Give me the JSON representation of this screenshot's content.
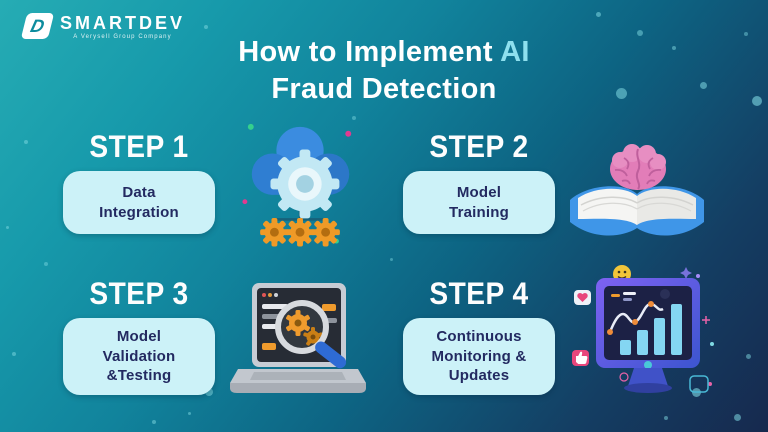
{
  "brand": {
    "name": "SMARTDEV",
    "tagline": "A Verysell Group Company",
    "logo_letter": "D"
  },
  "title": {
    "line1_prefix": "How to Implement ",
    "line1_accent": "AI",
    "line2": "Fraud Detection"
  },
  "steps": [
    {
      "heading": "STEP 1",
      "label": "Data\nIntegration",
      "icon": "cloud-data-gears-icon"
    },
    {
      "heading": "STEP 2",
      "label": "Model\nTraining",
      "icon": "brain-open-book-icon"
    },
    {
      "heading": "STEP 3",
      "label": "Model\nValidation\n&Testing",
      "icon": "laptop-magnifier-icon"
    },
    {
      "heading": "STEP 4",
      "label": "Continuous\nMonitoring &\nUpdates",
      "icon": "monitor-analytics-icon"
    }
  ],
  "colors": {
    "background_top": "#26acb4",
    "background_bottom": "#16294e",
    "card_background": "#ccf2f8",
    "card_text": "#232a61",
    "accent_ai": "#8ee0ee",
    "step_heading": "#fdfdfd"
  }
}
